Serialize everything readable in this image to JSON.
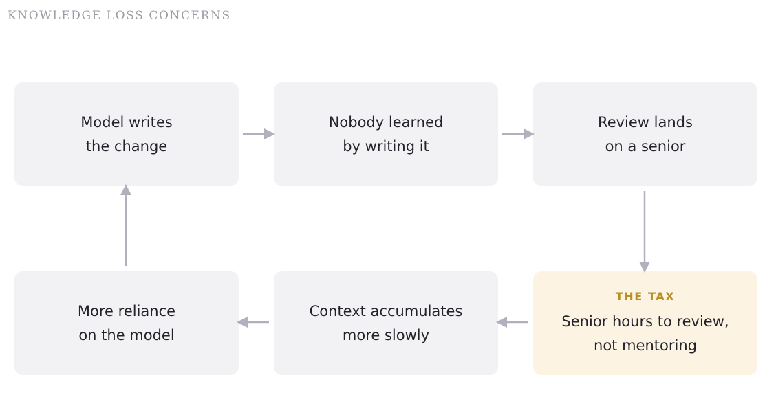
{
  "header": {
    "title": "KNOWLEDGE LOSS CONCERNS"
  },
  "nodes": [
    {
      "id": "model-writes",
      "lines": [
        "Model writes",
        "the change"
      ]
    },
    {
      "id": "nobody-learned",
      "lines": [
        "Nobody learned",
        "by writing it"
      ]
    },
    {
      "id": "review-lands",
      "lines": [
        "Review lands",
        "on a senior"
      ]
    },
    {
      "id": "the-tax",
      "label": "THE TAX",
      "lines": [
        "Senior hours to review,",
        "not mentoring"
      ]
    },
    {
      "id": "context-accumulates",
      "lines": [
        "Context accumulates",
        "more slowly"
      ]
    },
    {
      "id": "more-reliance",
      "lines": [
        "More reliance",
        "on the model"
      ]
    }
  ],
  "colors": {
    "box": "#f2f2f4",
    "tax_box": "#fdf3e3",
    "tax_label": "#b8901f",
    "arrow": "#b2b0bc",
    "text": "#22222a",
    "header": "#9c9ca4"
  }
}
